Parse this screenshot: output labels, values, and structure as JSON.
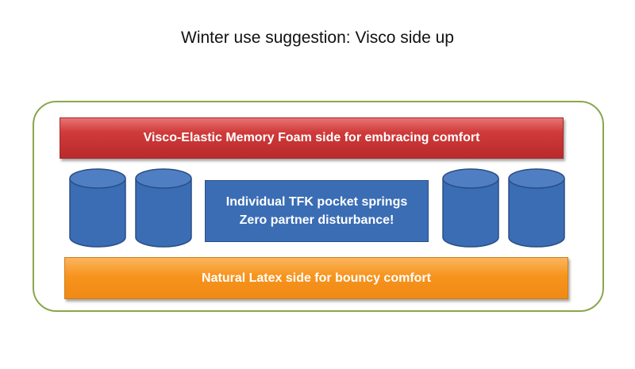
{
  "title": "Winter use suggestion: Visco side up",
  "layers": {
    "top": "Visco-Elastic Memory Foam side for embracing comfort",
    "middle_line1": "Individual TFK pocket springs",
    "middle_line2": "Zero partner disturbance!",
    "bottom": "Natural Latex side for bouncy comfort"
  },
  "colors": {
    "frame": "#8aa64b",
    "foam": "#c0302f",
    "springs": "#3a6db4",
    "latex": "#f7941d"
  },
  "icons": {
    "spring": "cylinder-spring-icon"
  }
}
